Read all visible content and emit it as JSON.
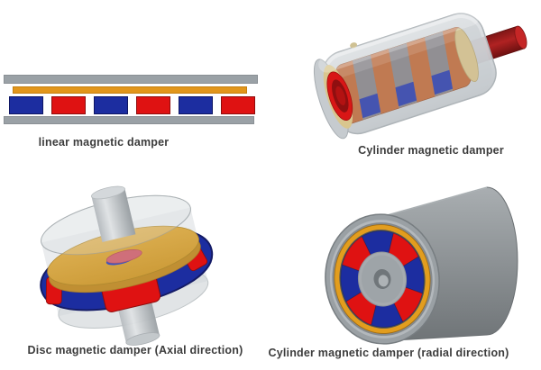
{
  "figures": {
    "linear": {
      "label": "linear magnetic damper",
      "magnets": [
        "blue",
        "red",
        "blue",
        "red",
        "blue",
        "red"
      ]
    },
    "cylinder_axial": {
      "label": "Cylinder magnetic damper"
    },
    "disc_axial": {
      "label": "Disc magnetic damper (Axial direction)"
    },
    "cylinder_radial": {
      "label": "Cylinder magnetic damper (radial direction)",
      "wedges": [
        "blue",
        "red",
        "blue",
        "red",
        "blue",
        "red",
        "blue",
        "red"
      ]
    }
  },
  "colors": {
    "magnet_blue": "#1c2da0",
    "magnet_blue_edge": "#0e1663",
    "magnet_red": "#df1212",
    "magnet_red_edge": "#8f0c0c",
    "conductor_orange": "#e2961b",
    "steel_gray": "#9aa1a6",
    "copper_band": "#c07a52",
    "rotor_gray_band": "#8e9097",
    "shaft_dark_red": "#9c1f1f",
    "gold_disc": "#d8a844",
    "ring_orange": "#e29d1e",
    "housing_translucent_gray": "#d0d5d9"
  }
}
